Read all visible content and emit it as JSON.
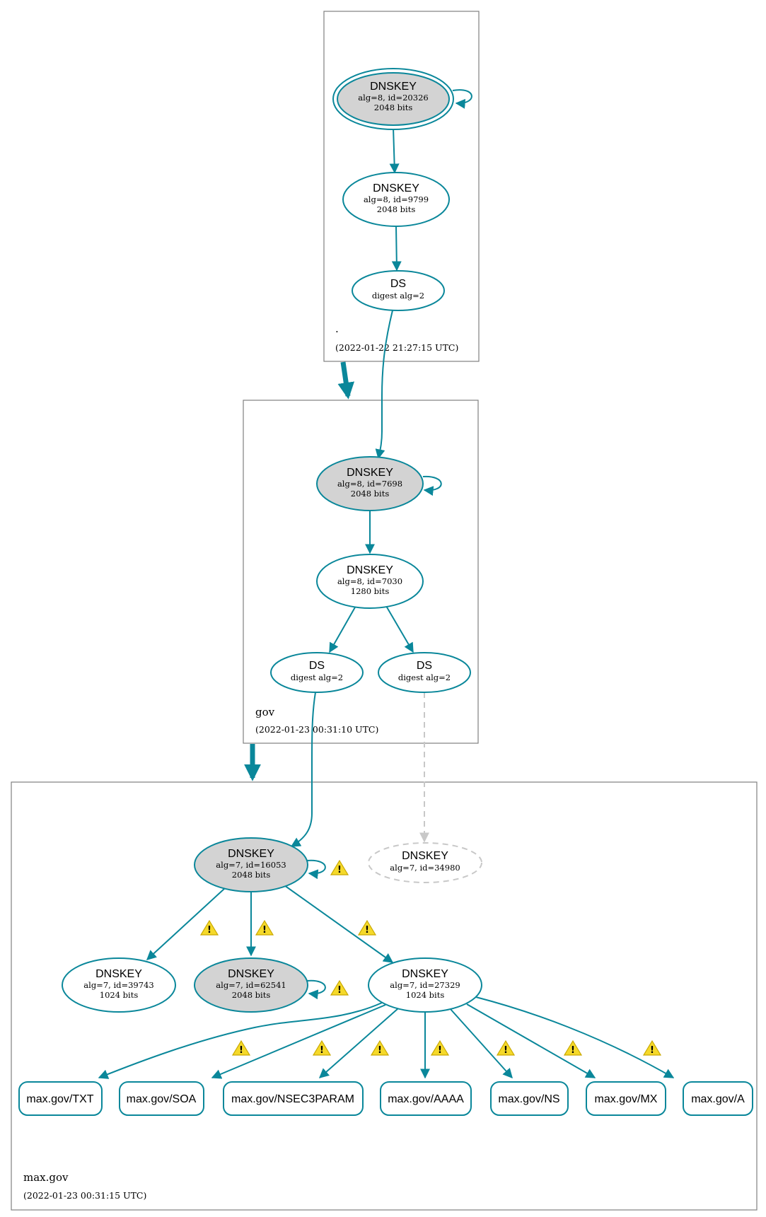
{
  "colors": {
    "edge": "#0a879a",
    "node_fill_ksk": "#d3d3d3",
    "node_fill": "#ffffff",
    "zone_border": "#808080",
    "dashed_edge": "#c8c8c8",
    "warning": "#f5d92a"
  },
  "zones": [
    {
      "name": ".",
      "date": "(2022-01-22 21:27:15 UTC)"
    },
    {
      "name": "gov",
      "date": "(2022-01-23 00:31:10 UTC)"
    },
    {
      "name": "max.gov",
      "date": "(2022-01-23 00:31:15 UTC)"
    }
  ],
  "nodes": {
    "root_ksk": {
      "title": "DNSKEY",
      "line1": "alg=8, id=20326",
      "line2": "2048 bits"
    },
    "root_zsk": {
      "title": "DNSKEY",
      "line1": "alg=8, id=9799",
      "line2": "2048 bits"
    },
    "root_ds": {
      "title": "DS",
      "line1": "digest alg=2"
    },
    "gov_ksk": {
      "title": "DNSKEY",
      "line1": "alg=8, id=7698",
      "line2": "2048 bits"
    },
    "gov_zsk": {
      "title": "DNSKEY",
      "line1": "alg=8, id=7030",
      "line2": "1280 bits"
    },
    "gov_ds1": {
      "title": "DS",
      "line1": "digest alg=2"
    },
    "gov_ds2": {
      "title": "DS",
      "line1": "digest alg=2"
    },
    "max_ksk": {
      "title": "DNSKEY",
      "line1": "alg=7, id=16053",
      "line2": "2048 bits"
    },
    "max_missing": {
      "title": "DNSKEY",
      "line1": "alg=7, id=34980"
    },
    "max_k39743": {
      "title": "DNSKEY",
      "line1": "alg=7, id=39743",
      "line2": "1024 bits"
    },
    "max_k62541": {
      "title": "DNSKEY",
      "line1": "alg=7, id=62541",
      "line2": "2048 bits"
    },
    "max_zsk": {
      "title": "DNSKEY",
      "line1": "alg=7, id=27329",
      "line2": "1024 bits"
    }
  },
  "rrsets": [
    "max.gov/TXT",
    "max.gov/SOA",
    "max.gov/NSEC3PARAM",
    "max.gov/AAAA",
    "max.gov/NS",
    "max.gov/MX",
    "max.gov/A"
  ],
  "warning_icon": "warning-triangle-icon"
}
